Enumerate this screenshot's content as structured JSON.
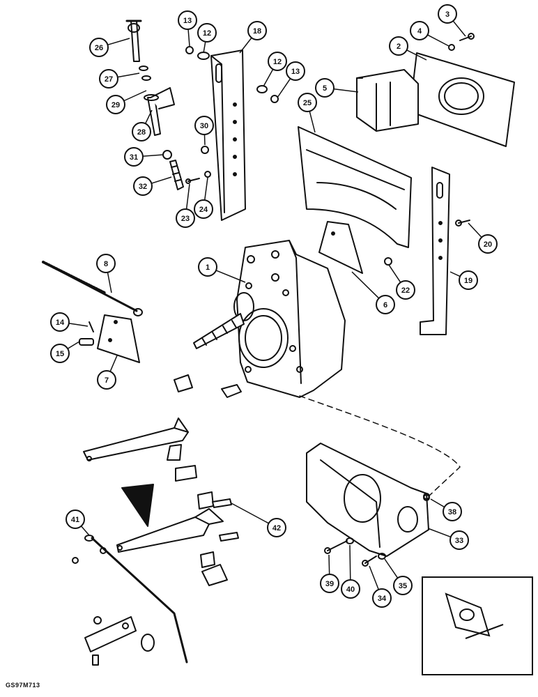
{
  "diagram": {
    "callouts": [
      "1",
      "2",
      "3",
      "4",
      "5",
      "6",
      "7",
      "8",
      "12",
      "12",
      "13",
      "13",
      "14",
      "15",
      "18",
      "19",
      "20",
      "22",
      "23",
      "24",
      "25",
      "26",
      "27",
      "28",
      "29",
      "30",
      "31",
      "32",
      "33",
      "34",
      "35",
      "38",
      "39",
      "40",
      "41",
      "42"
    ]
  },
  "footer": {
    "drawing_code": "GS97M713"
  }
}
